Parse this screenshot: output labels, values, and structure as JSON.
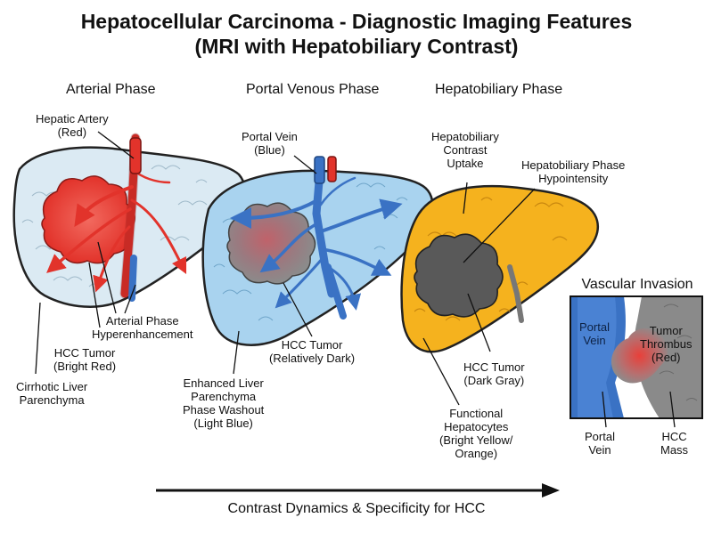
{
  "title": {
    "line1": "Hepatocellular Carcinoma - Diagnostic Imaging Features",
    "line2": "(MRI with Hepatobiliary Contrast)"
  },
  "phases": {
    "arterial": "Arterial Phase",
    "portal": "Portal Venous Phase",
    "hepatobiliary": "Hepatobiliary Phase"
  },
  "labels": {
    "hepatic_artery": [
      "Hepatic Artery",
      "(Red)"
    ],
    "arterial_hyper": [
      "Arterial Phase",
      "Hyperenhancement"
    ],
    "hcc_bright": [
      "HCC Tumor",
      "(Bright Red)"
    ],
    "cirrhotic": [
      "Cirrhotic Liver",
      "Parenchyma"
    ],
    "portal_vein": [
      "Portal Vein",
      "(Blue)"
    ],
    "hcc_dark": [
      "HCC Tumor",
      "(Relatively Dark)"
    ],
    "enhanced_parenchyma": [
      "Enhanced Liver",
      "Parenchyma",
      "Phase Washout",
      "(Light Blue)"
    ],
    "hb_uptake": [
      "Hepatobiliary",
      "Contrast",
      "Uptake"
    ],
    "hb_hypo": [
      "Hepatobiliary Phase",
      "Hypointensity"
    ],
    "hcc_darkgray": [
      "HCC Tumor",
      "(Dark Gray)"
    ],
    "functional": [
      "Functional",
      "Hepatocytes",
      "(Bright Yellow/",
      "Orange)"
    ]
  },
  "inset": {
    "title": "Vascular Invasion",
    "portal_vein_inner": [
      "Portal",
      "Vein"
    ],
    "thrombus": [
      "Tumor",
      "Thrombus",
      "(Red)"
    ],
    "portal_vein_below": [
      "Portal",
      "Vein"
    ],
    "hcc_mass": [
      "HCC",
      "Mass"
    ]
  },
  "footer": "Contrast Dynamics & Specificity for HCC",
  "colors": {
    "arterial_liver": "#dbeaf3",
    "portal_liver": "#a9d3ef",
    "hb_liver": "#f5b21e",
    "artery": "#e2332b",
    "vein": "#3a72c4",
    "tumor_red": "#e8403a",
    "tumor_gray": "#595959"
  }
}
